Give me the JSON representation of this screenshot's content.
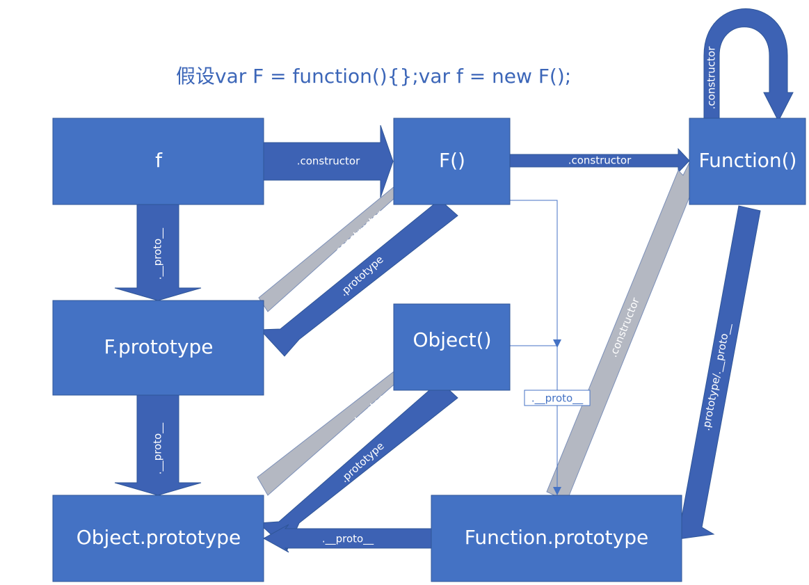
{
  "title": "假设var F = function(){};var f = new F();",
  "nodes": {
    "f": "f",
    "F": "F()",
    "Function": "Function()",
    "F_prototype": "F.prototype",
    "Object": "Object()",
    "Object_prototype": "Object.prototype",
    "Function_prototype": "Function.prototype"
  },
  "edges": {
    "f_constructor": ".constructor",
    "F_constructor": ".constructor",
    "Function_self_constructor": ".constructor",
    "f_proto": ".__proto__",
    "Fproto_constructor": ".constructor",
    "F_prototype": ".prototype",
    "Fproto_proto": ".__proto__",
    "Object_constructor": ".constructor",
    "Object_prototype": ".prototype",
    "Funcproto_constructor": ".constructor",
    "Function_prototype_proto": ".prototype/.__proto__",
    "Funcproto_proto": ".__proto__",
    "F_Object_proto": ".__proto__"
  },
  "colors": {
    "box": "#4472c4",
    "arrow": "#4472c4",
    "arrow_dark": "#3d62b4",
    "arrow_gray": "#b4b8c2",
    "title": "#3c66b8"
  }
}
